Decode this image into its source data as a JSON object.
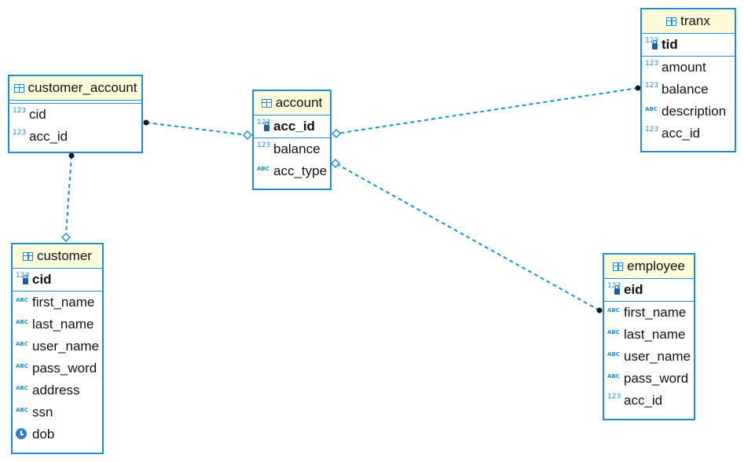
{
  "colors": {
    "border": "#1f8ed1",
    "header_bg": "#fdfbd9",
    "link": "#1f8ed1"
  },
  "entities": {
    "customer_account": {
      "name": "customer_account",
      "pk": [],
      "columns": [
        {
          "type": "123",
          "name": "cid"
        },
        {
          "type": "123",
          "name": "acc_id"
        }
      ]
    },
    "account": {
      "name": "account",
      "pk": [
        {
          "type": "123",
          "name": "acc_id"
        }
      ],
      "columns": [
        {
          "type": "123",
          "name": "balance"
        },
        {
          "type": "ABC",
          "name": "acc_type"
        }
      ]
    },
    "tranx": {
      "name": "tranx",
      "pk": [
        {
          "type": "123",
          "name": "tid"
        }
      ],
      "columns": [
        {
          "type": "123",
          "name": "amount"
        },
        {
          "type": "123",
          "name": "balance"
        },
        {
          "type": "ABC",
          "name": "description"
        },
        {
          "type": "123",
          "name": "acc_id"
        }
      ]
    },
    "customer": {
      "name": "customer",
      "pk": [
        {
          "type": "123",
          "name": "cid"
        }
      ],
      "columns": [
        {
          "type": "ABC",
          "name": "first_name"
        },
        {
          "type": "ABC",
          "name": "last_name"
        },
        {
          "type": "ABC",
          "name": "user_name"
        },
        {
          "type": "ABC",
          "name": "pass_word"
        },
        {
          "type": "ABC",
          "name": "address"
        },
        {
          "type": "ABC",
          "name": "ssn"
        },
        {
          "type": "date",
          "name": "dob"
        }
      ]
    },
    "employee": {
      "name": "employee",
      "pk": [
        {
          "type": "123",
          "name": "eid"
        }
      ],
      "columns": [
        {
          "type": "ABC",
          "name": "first_name"
        },
        {
          "type": "ABC",
          "name": "last_name"
        },
        {
          "type": "ABC",
          "name": "user_name"
        },
        {
          "type": "ABC",
          "name": "pass_word"
        },
        {
          "type": "123",
          "name": "acc_id"
        }
      ]
    }
  },
  "relationships": [
    {
      "from": "customer_account",
      "to": "account"
    },
    {
      "from": "customer_account",
      "to": "customer"
    },
    {
      "from": "tranx",
      "to": "account"
    },
    {
      "from": "employee",
      "to": "account"
    }
  ]
}
